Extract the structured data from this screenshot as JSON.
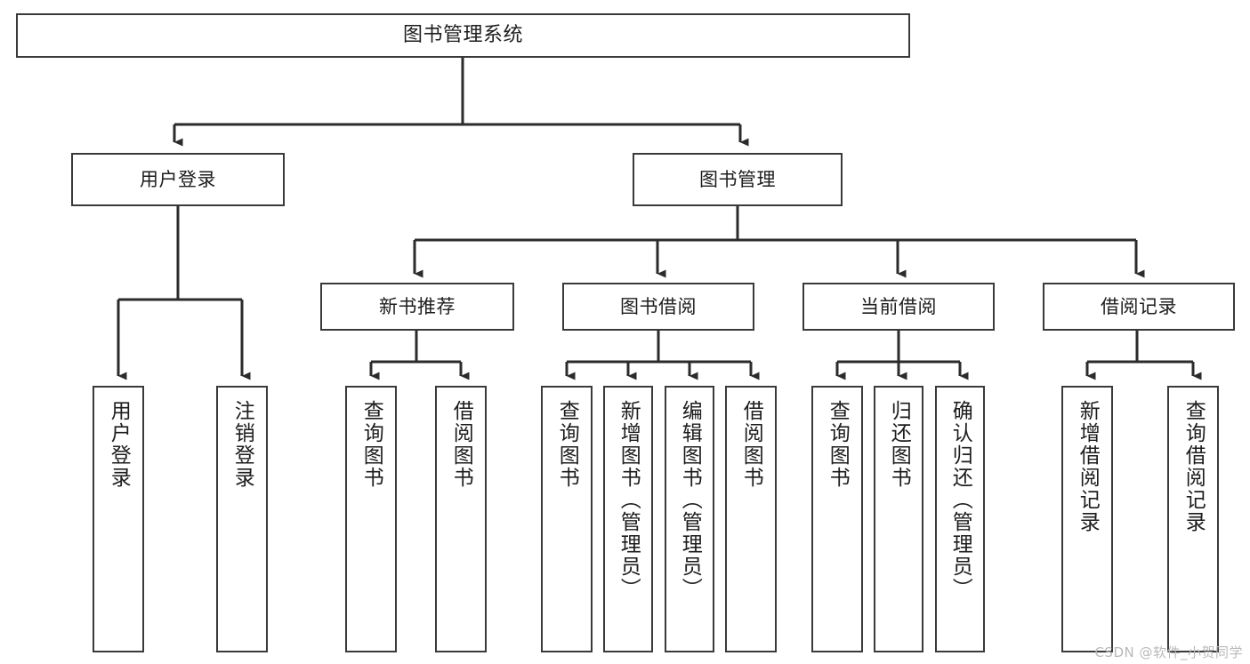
{
  "diagram": {
    "title": "图书管理系统",
    "type": "tree",
    "watermark": "CSDN @软件_小贺同学",
    "colors": {
      "background": "#ffffff",
      "border": "#3a3a3a",
      "text": "#1d1d1d",
      "edge": "#2b2b2b",
      "watermark": "#b9b9b9"
    },
    "nodes": {
      "root": {
        "label": "图书管理系统"
      },
      "level1": [
        {
          "label": "用户登录"
        },
        {
          "label": "图书管理"
        }
      ],
      "level2": [
        {
          "label": "新书推荐"
        },
        {
          "label": "图书借阅"
        },
        {
          "label": "当前借阅"
        },
        {
          "label": "借阅记录"
        }
      ],
      "leaves": {
        "user_login": [
          {
            "label": "用户登录"
          },
          {
            "label": "注销登录"
          }
        ],
        "new_book": [
          {
            "label": "查询图书"
          },
          {
            "label": "借阅图书"
          }
        ],
        "book_borrow": [
          {
            "label": "查询图书"
          },
          {
            "label": "新增图书（管理员）"
          },
          {
            "label": "编辑图书（管理员）"
          },
          {
            "label": "借阅图书"
          }
        ],
        "current_borrow": [
          {
            "label": "查询图书"
          },
          {
            "label": "归还图书"
          },
          {
            "label": "确认归还（管理员）"
          }
        ],
        "borrow_record": [
          {
            "label": "新增借阅记录"
          },
          {
            "label": "查询借阅记录"
          }
        ]
      }
    }
  }
}
